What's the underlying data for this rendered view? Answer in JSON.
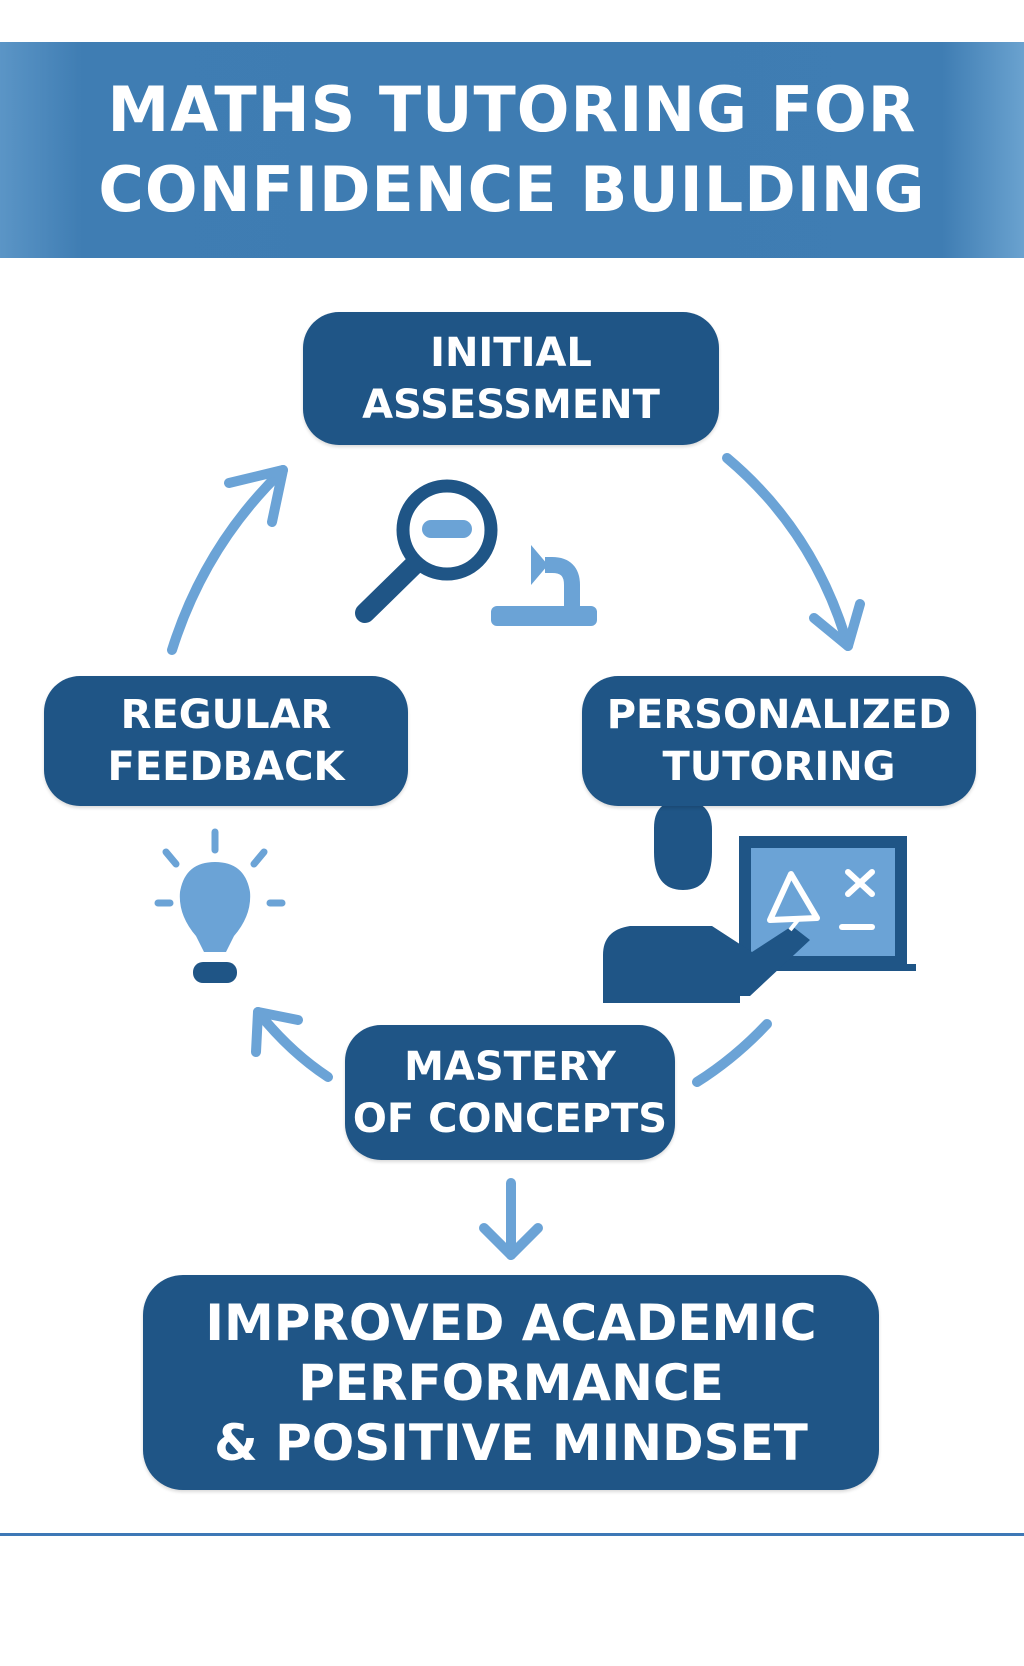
{
  "header": {
    "title_line_1": "MATHS TUTORING FOR",
    "title_line_2": "CONFIDENCE BUILDING"
  },
  "cycle": {
    "initial_assessment": {
      "line_1": "INITIAL",
      "line_2": "ASSESSMENT"
    },
    "personalized_tutoring": {
      "line_1": "PERSONALIZED",
      "line_2": "TUTORING"
    },
    "mastery_of_concepts": {
      "line_1": "MASTERY",
      "line_2": "OF CONCEPTS"
    },
    "regular_feedback": {
      "line_1": "REGULAR",
      "line_2": "FEEDBACK"
    }
  },
  "outcome": {
    "line_1": "IMPROVED ACADEMIC",
    "line_2": "PERFORMANCE",
    "line_3": "& POSITIVE MINDSET"
  },
  "icons": {
    "assessment": "magnifying-glass-icon",
    "assessment_return": "return-arrow-icon",
    "tutoring": "teacher-at-board-icon",
    "feedback": "lightbulb-icon"
  },
  "colors": {
    "banner": "#3e7cb2",
    "node": "#1f5586",
    "arrow": "#6ba3d6",
    "icon_dark": "#1f5586",
    "icon_light": "#6ba3d6",
    "divider": "#3e78b6"
  }
}
